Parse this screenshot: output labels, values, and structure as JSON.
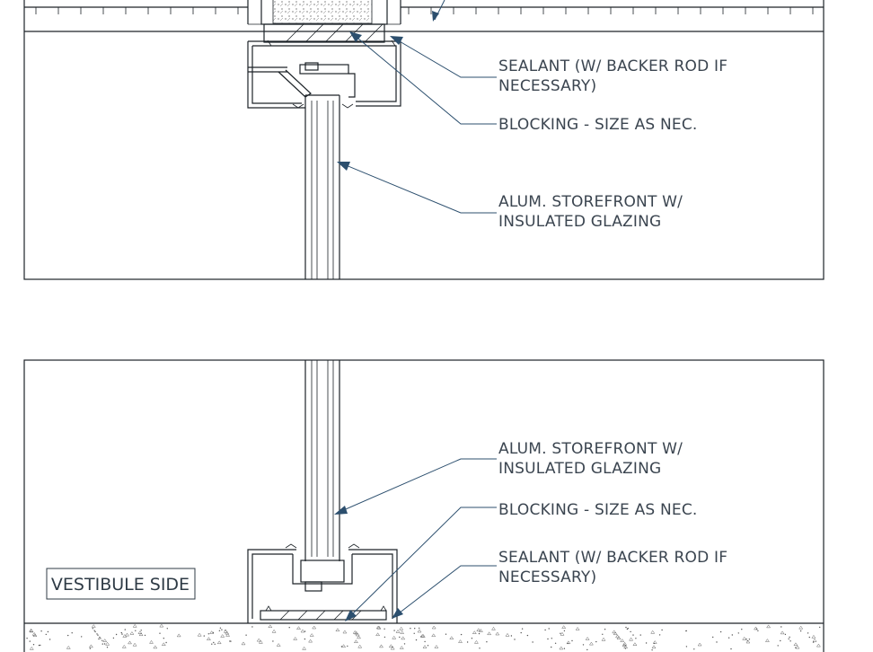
{
  "detail_top": {
    "callouts": [
      {
        "id": "sealant",
        "lines": [
          "SEALANT (W/ BACKER ROD IF",
          "NECESSARY)"
        ]
      },
      {
        "id": "blocking",
        "lines": [
          "BLOCKING - SIZE AS NEC."
        ]
      },
      {
        "id": "storefront",
        "lines": [
          "ALUM. STOREFRONT W/",
          "INSULATED GLAZING"
        ]
      }
    ]
  },
  "detail_bottom": {
    "callouts": [
      {
        "id": "storefront",
        "lines": [
          "ALUM. STOREFRONT W/",
          "INSULATED GLAZING"
        ]
      },
      {
        "id": "blocking",
        "lines": [
          "BLOCKING - SIZE AS NEC."
        ]
      },
      {
        "id": "sealant",
        "lines": [
          "SEALANT (W/ BACKER ROD IF",
          "NECESSARY)"
        ]
      }
    ],
    "side_tag": "VESTIBULE SIDE"
  }
}
